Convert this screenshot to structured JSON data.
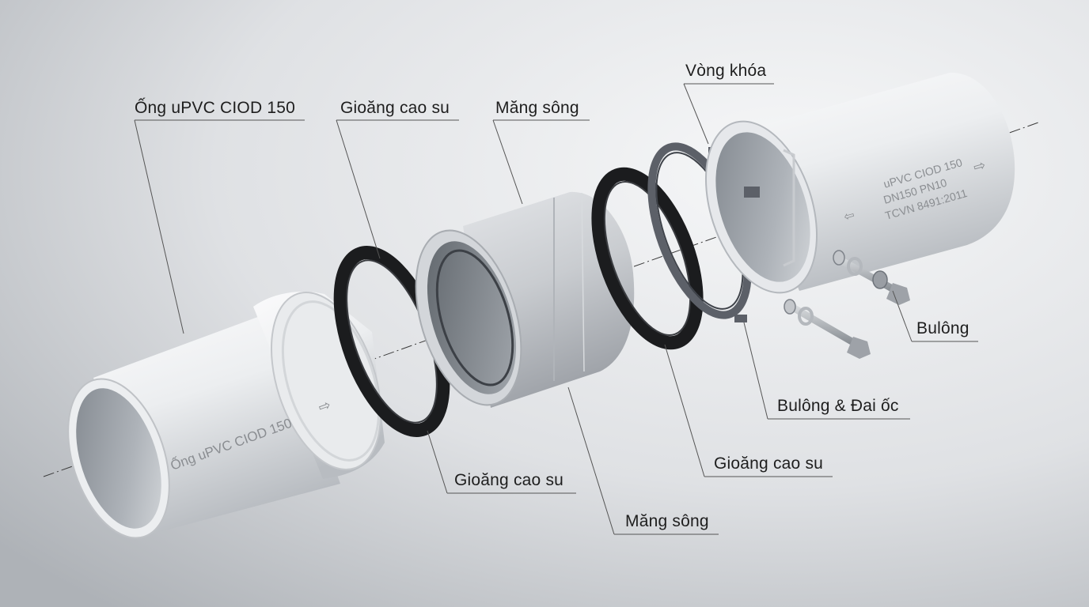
{
  "labels": {
    "pipe_left": "Ống uPVC CIOD 150",
    "gasket_top": "Gioăng cao su",
    "coupling_top": "Măng sông",
    "lock_ring": "Vòng khóa",
    "bolt": "Bulông",
    "bolt_nut": "Bulông & Đai ốc",
    "gasket_right": "Gioăng cao su",
    "gasket_bottom": "Gioăng cao su",
    "coupling_bottom": "Măng sông"
  },
  "pipe_prints": {
    "left": "Ống uPVC CIOD 150",
    "right_line1": "uPVC CIOD 150",
    "right_line2": "DN150     PN10",
    "right_line3": "TCVN 8491:2011"
  },
  "colors": {
    "background": "#d9dbde",
    "pvc_white": "#f1f2f3",
    "pvc_shade": "#b9bcc1",
    "coupling": "#bfc3c8",
    "rubber": "#1b1c1e",
    "lock_ring": "#5c6068",
    "steel": "#a9adb2",
    "leader": "#555555"
  }
}
